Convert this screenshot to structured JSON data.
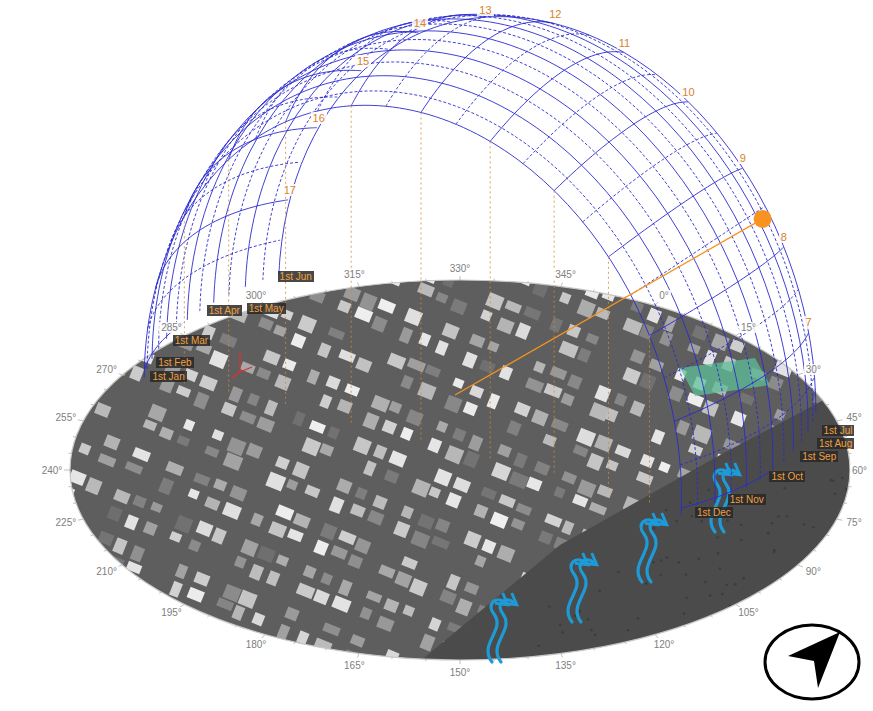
{
  "diagram": {
    "labels": [
      "7",
      "8",
      "9",
      "10",
      "11",
      "12",
      "13",
      "14",
      "15",
      "16",
      "17",
      "0°",
      "15°",
      "30°",
      "45°",
      "60°",
      "75°",
      "90°",
      "105°",
      "120°",
      "135°",
      "150°",
      "165°",
      "180°",
      "195°",
      "210°",
      "225°",
      "240°",
      "255°",
      "270°",
      "285°",
      "300°",
      "315°",
      "330°",
      "345°",
      "1st Jan",
      "1st Feb",
      "1st Mar",
      "1st Apr",
      "1st May",
      "1st Jun",
      "1st Jul",
      "1st Aug",
      "1st Sep",
      "1st Oct",
      "1st Nov",
      "1st Dec"
    ]
  }
}
